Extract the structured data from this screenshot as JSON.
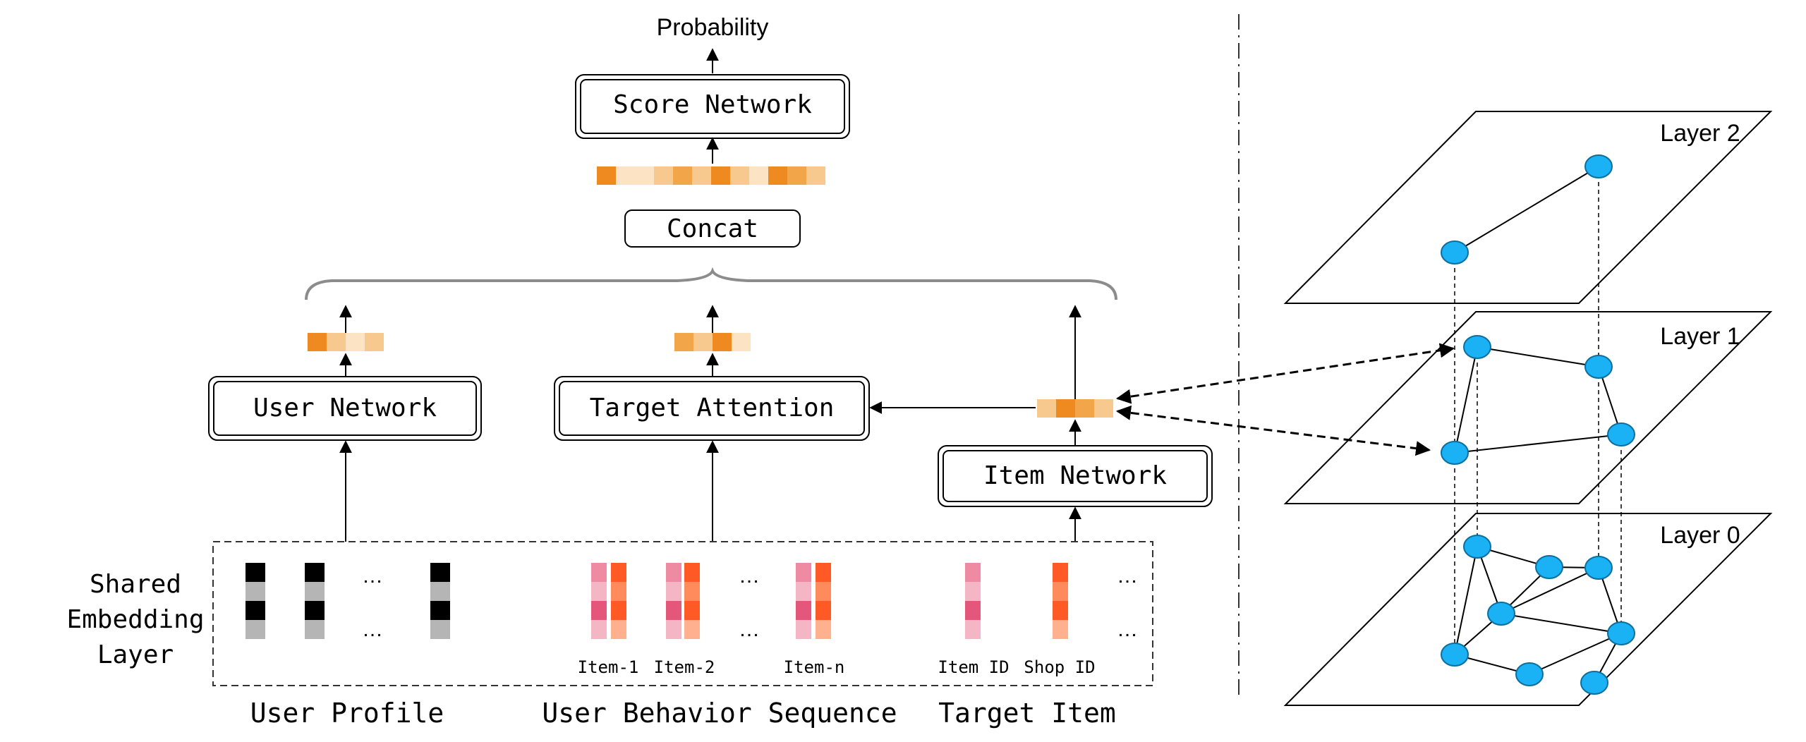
{
  "top": {
    "output_label": "Probability",
    "score_network": "Score Network",
    "concat": "Concat"
  },
  "networks": {
    "user_network": "User Network",
    "target_attention": "Target Attention",
    "item_network": "Item Network"
  },
  "embedding": {
    "label_lines": [
      "Shared",
      "Embedding",
      "Layer"
    ],
    "ellipsis": "…",
    "behavior_items": [
      "Item-1",
      "Item-2",
      "Item-n"
    ],
    "target_items": [
      "Item ID",
      "Shop ID"
    ]
  },
  "groups": {
    "user_profile": "User Profile",
    "user_behavior_sequence": "User Behavior Sequence",
    "target_item": "Target Item"
  },
  "graph_layers": [
    "Layer 2",
    "Layer 1",
    "Layer 0"
  ],
  "colors": {
    "node_fill": "#1ab2f5",
    "node_stroke": "#0b6fa0",
    "orange_strong": "#ee8a1f",
    "orange_mid": "#f3a54a",
    "orange_light": "#f8c98e",
    "orange_pale": "#fbe3c4",
    "pink_dark": "#e4577a",
    "pink_mid": "#ee8aa2",
    "pink_light": "#f4b5c4",
    "coral_dark": "#ff5a26",
    "coral_mid": "#ff8a5c",
    "coral_light": "#ffb08e",
    "black": "#000000",
    "gray": "#b5b5b5",
    "brace": "#8c8c8c"
  }
}
